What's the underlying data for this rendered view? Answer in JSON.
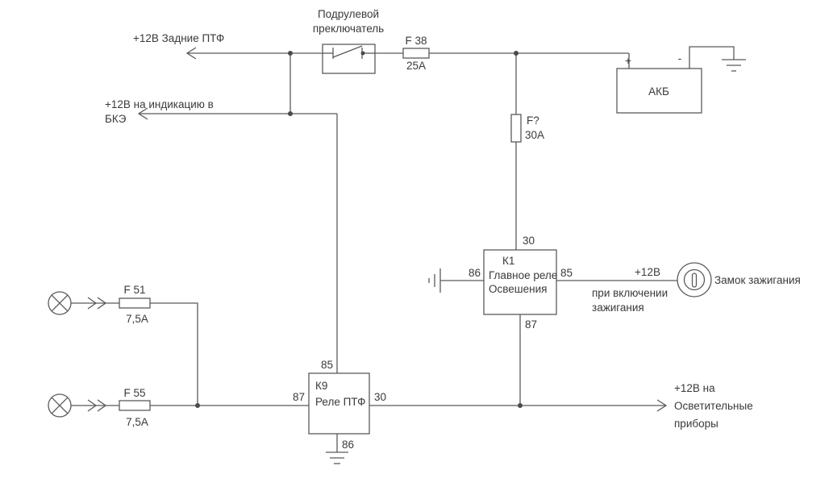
{
  "steering_switch": {
    "title_line1": "Подрулевой",
    "title_line2": "преключатель"
  },
  "outputs": {
    "rear_fog": "+12В Задние ПТФ",
    "bke_indication_line1": "+12В на индикацию в",
    "bke_indication_line2": "БКЭ",
    "lighting_line1": "+12В на",
    "lighting_line2": "Осветительные",
    "lighting_line3": "приборы"
  },
  "fuses": {
    "f38": {
      "name": "F 38",
      "rating": "25А"
    },
    "f_main": {
      "name": "F?",
      "rating": "30А"
    },
    "f51": {
      "name": "F 51",
      "rating": "7,5А"
    },
    "f55": {
      "name": "F 55",
      "rating": "7,5А"
    }
  },
  "battery": {
    "label": "АКБ",
    "plus": "+",
    "minus": "-"
  },
  "relays": {
    "k1": {
      "id": "К1",
      "name_line1": "Главное реле",
      "name_line2": "Освешения",
      "pin_top": "30",
      "pin_left": "86",
      "pin_right": "85",
      "pin_bottom": "87"
    },
    "k9": {
      "id": "К9",
      "name": "Реле ПТФ",
      "pin_top": "85",
      "pin_left": "87",
      "pin_right": "30",
      "pin_bottom": "86"
    }
  },
  "ignition": {
    "label": "Замок зажигания",
    "feed_line1": "+12В",
    "feed_line2": "при включении",
    "feed_line3": "зажигания"
  }
}
